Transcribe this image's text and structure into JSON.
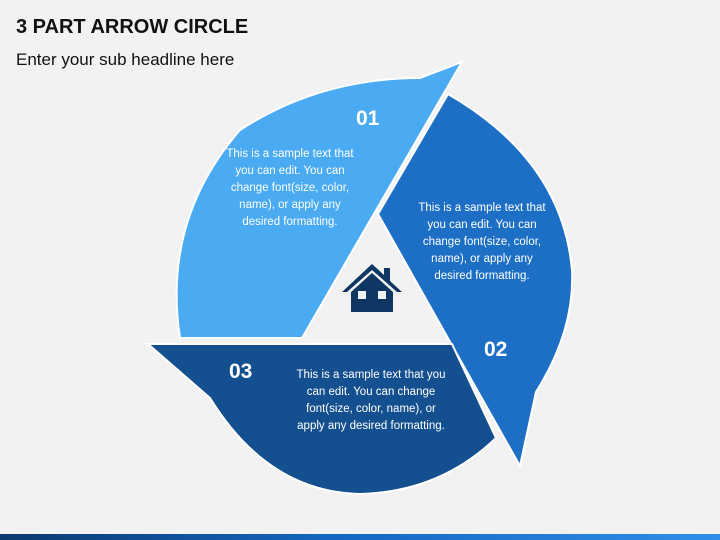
{
  "header": {
    "title": "3 PART ARROW CIRCLE",
    "subtitle": "Enter your sub headline here"
  },
  "segments": [
    {
      "number": "01",
      "text": "This is a sample text that you can edit. You can change font(size, color, name), or apply any desired formatting.",
      "color": "#4aaaf2",
      "number_color": "#ffffff"
    },
    {
      "number": "02",
      "text": "This is a sample text that you can edit. You can change font(size, color, name), or apply any desired formatting.",
      "color": "#1c6fc4",
      "number_color": "#ffffff"
    },
    {
      "number": "03",
      "text": "This is a sample text that you can edit. You can change font(size, color, name), or apply any desired formatting.",
      "color": "#14508f",
      "number_color": "#ffffff"
    }
  ],
  "center_icon": {
    "name": "house-icon",
    "color": "#0e3763"
  },
  "footer_bar_color": "#1565c0"
}
